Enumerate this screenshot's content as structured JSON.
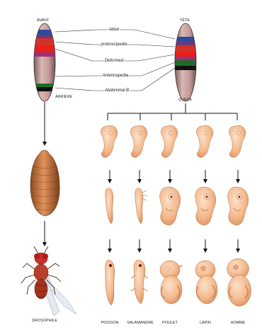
{
  "labels": {
    "avant": "AVANT",
    "arriere": "ARRIÈRE",
    "tete": "TÊTE",
    "queue": "QUEUE",
    "drosophile": "DROSOPHILE"
  },
  "genes": [
    "labial",
    "proboscipedia",
    "Deformed",
    "Antennapedia",
    "Abdominal B"
  ],
  "colors": {
    "labial": "#2c4a9e",
    "proboscipedia": "#d0332a",
    "Deformed": "#e8201a",
    "Antennapedia": "#1f6a2a",
    "abdominal_b": "#111111",
    "embryo": "#f2b98e",
    "embryo_shade": "#dd8f62",
    "fly_body": "#c9302a",
    "pupa": "#c9763e"
  },
  "species": [
    "POISSON",
    "SALAMANDRE",
    "POULET",
    "LAPIN",
    "HOMME"
  ]
}
